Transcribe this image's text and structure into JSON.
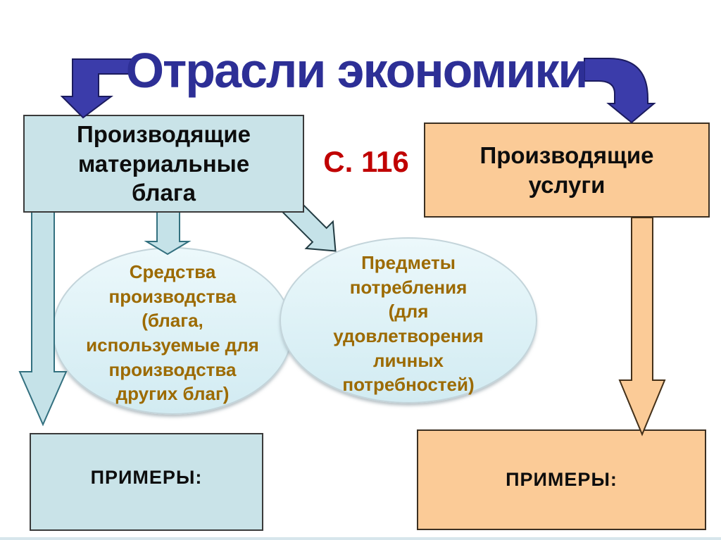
{
  "slide": {
    "title": {
      "text": "Отрасли экономики"
    },
    "page_ref": {
      "text": "С. 116"
    },
    "branch_left": {
      "header": "Производящие\nматериальные\nблага",
      "examples": "ПРИМЕРЫ:"
    },
    "branch_right": {
      "header": "Производящие\nуслуги",
      "examples": "ПРИМЕРЫ:"
    },
    "ellipse_left": {
      "text": "Средства\nпроизводства\n(блага,\nиспользуемые для\nпроизводства\nдругих благ)"
    },
    "ellipse_right": {
      "text": "Предметы\nпотребления\n(для\nудовлетворения\nличных\nпотребностей)"
    },
    "colors": {
      "title_blue": "#2d2f96",
      "ref_red": "#c00000",
      "bent_arrow_fill": "#3b3caa",
      "bent_arrow_stroke": "#1b1b5e",
      "cyan_box_fill": "#c9e3e8",
      "cyan_arrow_fill": "#c5e2e8",
      "cyan_arrow_stroke": "#33707f",
      "orange_fill": "#fbcb97",
      "orange_arrow_stroke": "#433019",
      "ellipse_text_gold": "#9c6a00"
    }
  }
}
